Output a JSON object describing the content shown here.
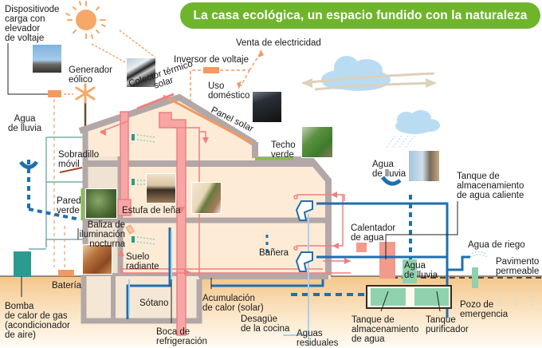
{
  "title": "La casa ecológica, un espacio fundido con la naturaleza",
  "colors": {
    "title_bg": "#6fb52c",
    "house_wall": "#b3a8a8",
    "house_interior": "#fdebd6",
    "ground": "#f4c98a",
    "hot_pipe": "#f07f7f",
    "cold_pipe": "#1f6fb0",
    "light_pipe": "#a9d0ee",
    "sun": "#f5a867",
    "tank": "#8fd2ad",
    "green": "#7dc241"
  },
  "labels": {
    "dispositivo": "Dispositivode\ncarga con\nelevador\nde voltaje",
    "generador": "Generador\neólico",
    "inversor": "Inversor de voltaje",
    "venta": "Venta de electricidad",
    "uso_domestico": "Uso\ndoméstico",
    "colector": "Colector térmico\nsolar",
    "panel_solar": "Panel solar",
    "agua_lluvia_left": "Agua\nde lluvia",
    "sobradillo": "Sobradillo\nmóvil",
    "techo_verde": "Techo\nverde",
    "agua_lluvia_right": "Agua\nde lluvia",
    "tanque_caliente": "Tanque de\nalmacenamiento\nde agua caliente",
    "pared_verde": "Pared\nverde",
    "estufa": "Estufa de leña",
    "baliza": "Baliza de\niluminación nocturna",
    "calentador": "Calentador\nde agua",
    "agua_riego": "Agua de riego",
    "banera": "Bañera",
    "suelo_radiante": "Suelo\nradiante",
    "agua_lluvia_tank": "Agua\nde lluvia",
    "pavimento": "Pavimento\npermeable",
    "bateria": "Batería",
    "sotano": "Sótano",
    "acumulacion": "Acumulación\nde calor (solar)",
    "bomba": "Bomba\nde calor de gas\n(acondicionador\nde aire)",
    "desague": "Desagüe\nde la cocina",
    "boca": "Boca de\nrefrigeración",
    "aguas_residuales": "Aguas\nresiduales",
    "tanque_agua": "Tanque de\nalmacenamiento\nde agua",
    "tanque_purificador": "Tanque\npurificador",
    "pozo": "Pozo de\nemergencia"
  },
  "icons": {
    "sun": "sun-icon",
    "wind_turbine": "wind-turbine-icon",
    "clouds": "cloud-icon",
    "toilet": "toilet-icon",
    "faucet": "faucet-icon",
    "rain_gutter": "rain-gutter-icon"
  }
}
